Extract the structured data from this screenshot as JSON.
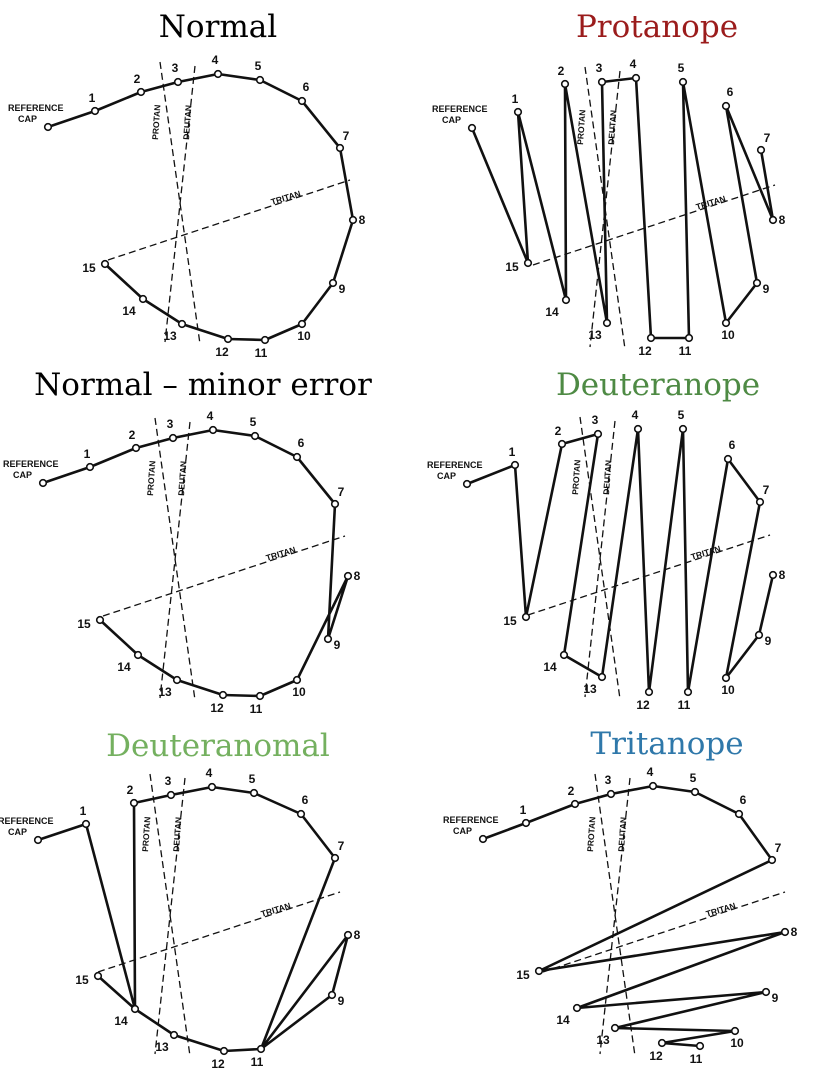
{
  "reference_label_line1": "REFERENCE",
  "reference_label_line2": "CAP",
  "axis_labels": {
    "protan": "PROTAN",
    "deutan": "DEUTAN",
    "tritan": "TRITAN"
  },
  "panels": [
    {
      "title": "Normal",
      "title_color": "#000000",
      "order": [
        "ref",
        1,
        2,
        3,
        4,
        5,
        6,
        7,
        8,
        9,
        10,
        11,
        12,
        13,
        14,
        15
      ]
    },
    {
      "title": "Protanope",
      "title_color": "#9b1c1c",
      "order": [
        "ref",
        15,
        1,
        14,
        2,
        13,
        3,
        4,
        12,
        11,
        5,
        10,
        9,
        6,
        8,
        7
      ]
    },
    {
      "title": "Normal – minor error",
      "title_color": "#000000",
      "order": [
        "ref",
        1,
        2,
        3,
        4,
        5,
        6,
        7,
        9,
        8,
        10,
        11,
        12,
        13,
        14,
        15
      ]
    },
    {
      "title": "Deuteranope",
      "title_color": "#4e8a44",
      "order": [
        "ref",
        1,
        15,
        2,
        3,
        14,
        13,
        4,
        12,
        5,
        11,
        6,
        7,
        10,
        9,
        8
      ]
    },
    {
      "title": "Deuteranomal",
      "title_color": "#74b05f",
      "order": [
        "ref",
        1,
        14,
        2,
        3,
        4,
        5,
        6,
        7,
        11,
        8,
        9,
        11,
        12,
        13,
        14,
        15
      ]
    },
    {
      "title": "Tritanope",
      "title_color": "#2f78aa",
      "order": [
        "ref",
        1,
        2,
        3,
        4,
        5,
        6,
        7,
        15,
        8,
        14,
        9,
        13,
        10,
        12,
        11
      ]
    }
  ]
}
